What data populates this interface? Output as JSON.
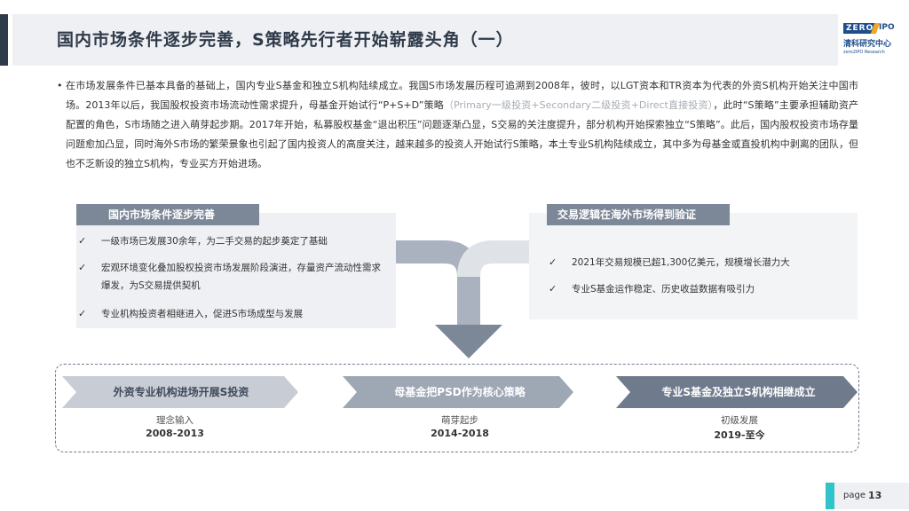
{
  "header": {
    "title": "国内市场条件逐步完善，S策略先行者开始崭露头角（一）",
    "logo": {
      "top_left": "ZERO",
      "top_right": "IPO",
      "name_cn": "清科研究中心",
      "name_en": "zero2IPO Research",
      "icon": "zero2ipo-logo"
    }
  },
  "intro": {
    "part1": "在市场发展条件已基本具备的基础上，国内专业S基金和独立S机构陆续成立。我国S市场发展历程可追溯到2008年，彼时，以LGT资本和TR资本为代表的外资S机构开始关注中国市场。2013年以后，我国股权投资市场流动性需求提升，母基金开始试行“P+S+D”策略",
    "part_gray": "（Primary一级投资+Secondary二级投资+Direct直接投资）",
    "part2": "，此时“S策略”主要承担辅助资产配置的角色，S市场随之进入萌芽起步期。2017年开始，私募股权基金“退出积压”问题逐渐凸显，S交易的关注度提升，部分机构开始探索独立“S策略”。此后，国内股权投资市场存量问题愈加凸显，同时海外S市场的繁荣景象也引起了国内投资人的高度关注，越来越多的投资人开始试行S策略，本土专业S机构陆续成立，其中多为母基金或直投机构中剥离的团队，但也不乏新设的独立S机构，专业买方开始进场。"
  },
  "left_box": {
    "tag": "国内市场条件逐步完善",
    "items": [
      "一级市场已发展30余年，为二手交易的起步奠定了基础",
      "宏观环境变化叠加股权投资市场发展阶段演进，存量资产流动性需求爆发，为S交易提供契机",
      "专业机构投资者相继进入，促进S市场成型与发展"
    ]
  },
  "right_box": {
    "tag": "交易逻辑在海外市场得到验证",
    "items": [
      "2021年交易规模已超1,300亿美元，规模增长潜力大",
      "专业S基金运作稳定、历史收益数据有吸引力"
    ]
  },
  "timeline": {
    "stages": [
      {
        "label": "外资专业机构进场开展S投资",
        "phase": "理念输入",
        "years": "2008-2013"
      },
      {
        "label": "母基金把PSD作为核心策略",
        "phase": "萌芽起步",
        "years": "2014-2018"
      },
      {
        "label": "专业S基金及独立S机构相继成立",
        "phase": "初级发展",
        "years": "2019-至今"
      }
    ]
  },
  "footer": {
    "page_label": "page",
    "page_number": "13"
  },
  "colors": {
    "dark": "#2f3a4a",
    "tag_gray": "#7c8797",
    "chevron_1": "#c8cdd5",
    "chevron_2": "#9ea7b4",
    "chevron_3": "#6f7b8c",
    "accent_teal": "#2ec4c9"
  },
  "icons": {
    "check": "check-icon",
    "bullet": "bullet-icon",
    "flow_arrow": "down-arrow-icon"
  }
}
